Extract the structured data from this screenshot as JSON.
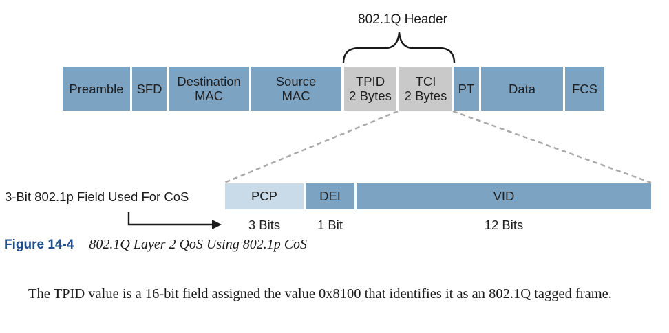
{
  "header_label": "802.1Q Header",
  "frame_fields": [
    {
      "label": "Preamble"
    },
    {
      "label": "SFD"
    },
    {
      "label": "Destination\nMAC"
    },
    {
      "label": "Source\nMAC"
    },
    {
      "label": "TPID\n2 Bytes"
    },
    {
      "label": "TCI\n2 Bytes"
    },
    {
      "label": "PT"
    },
    {
      "label": "Data"
    },
    {
      "label": "FCS"
    }
  ],
  "tci_fields": [
    {
      "label": "PCP",
      "bits": "3 Bits"
    },
    {
      "label": "DEI",
      "bits": "1 Bit"
    },
    {
      "label": "VID",
      "bits": "12 Bits"
    }
  ],
  "cos_label": "3-Bit 802.1p Field Used For CoS",
  "figure": {
    "number": "Figure 14-4",
    "title": "802.1Q Layer 2 QoS Using 802.1p CoS"
  },
  "body_text": "The TPID value is a 16-bit field assigned the value 0x8100 that identifies it as an 802.1Q tagged frame.",
  "colors": {
    "field_blue": "#7da3c2",
    "field_gray": "#c9c9c9",
    "pcp_light": "#c9dae8",
    "figure_number": "#1f4e8c"
  }
}
